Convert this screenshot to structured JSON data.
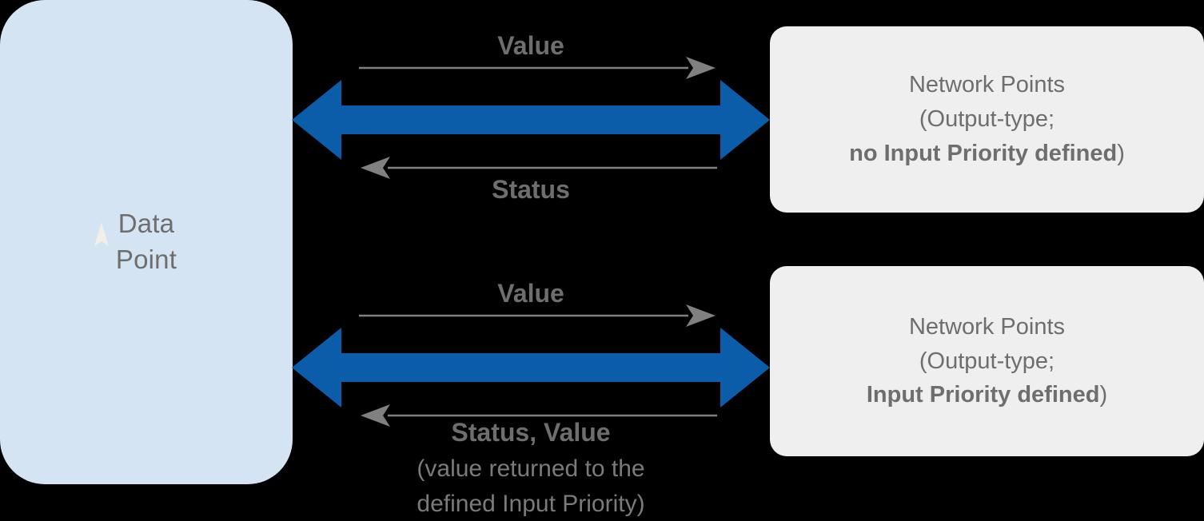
{
  "diagram": {
    "title": "Data Point to Network Points value/status exchange",
    "background_color": "#000000",
    "colors": {
      "data_point_fill": "#d4e4f2",
      "network_point_fill": "#efefef",
      "blue_arrow": "#0b5ca9",
      "thin_arrow": "#808080",
      "text_gray": "#6e6e6e",
      "caption_gray": "#7a7a7a",
      "cursor_glyph": "#f2efe6"
    }
  },
  "data_point": {
    "label": "Data\nPoint",
    "line1": "Data",
    "line2": "Point",
    "cursor_icon": "mouse-cursor-arrow"
  },
  "network_points": [
    {
      "id": "no-input-priority",
      "line1": "Network Points",
      "line2": "(Output-type;",
      "line3_bold": "no Input Priority defined",
      "line3_tail": ")"
    },
    {
      "id": "input-priority",
      "line1": "Network Points",
      "line2": "(Output-type;",
      "line3_bold": "Input Priority defined",
      "line3_tail": ")"
    }
  ],
  "arrow_groups": [
    {
      "id": "top",
      "forward_label": "Value",
      "forward_icon": "arrow-right-icon",
      "return_label": "Status",
      "return_icon": "arrow-left-icon",
      "bidirectional_icon": "double-arrow-icon",
      "caption": ""
    },
    {
      "id": "bottom",
      "forward_label": "Value",
      "forward_icon": "arrow-right-icon",
      "return_label": "Status, Value",
      "return_icon": "arrow-left-icon",
      "bidirectional_icon": "double-arrow-icon",
      "caption_line1": "(value returned to the",
      "caption_line2": "defined Input Priority)"
    }
  ]
}
